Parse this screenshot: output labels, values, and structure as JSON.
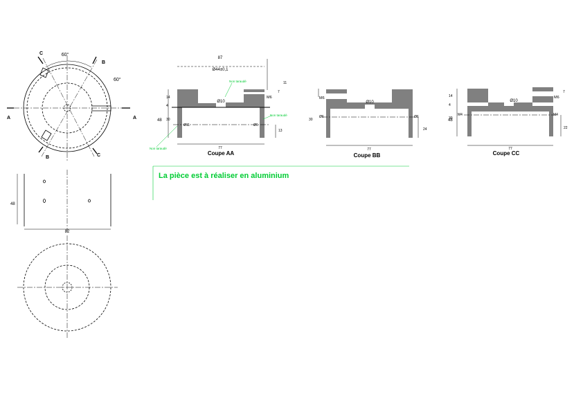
{
  "top_view": {
    "angle_top": "60°",
    "angle_right": "60°",
    "section_a": "A",
    "section_b": "B",
    "section_c": "C"
  },
  "front_view": {
    "height": "48",
    "width": "82"
  },
  "section_aa": {
    "title": "Coupe AA",
    "top_width": "87",
    "bottom_width": "77",
    "bore_dia": "Ø44±0,1",
    "center_hole": "Ø10",
    "thread": "M6",
    "height": "48",
    "dim_14": "14",
    "dim_4": "4",
    "dim_30": "30",
    "dim_11": "11",
    "dim_7": "7",
    "dim_13": "13",
    "hole_left": "Ø11",
    "hole_right": "Ø6",
    "non_coupe": "Non taraudé"
  },
  "section_bb": {
    "title": "Coupe BB",
    "width": "77",
    "center_hole": "Ø10",
    "thread": "M6",
    "dim_30": "30",
    "dim_24": "24",
    "hole_left": "Ø6",
    "hole_right": "Ø6"
  },
  "section_cc": {
    "title": "Coupe CC",
    "width": "77",
    "center_hole": "Ø10",
    "thread": "M6",
    "height": "48",
    "dim_14": "14",
    "dim_4": "4",
    "dim_30": "30",
    "dim_22": "22",
    "dim_7": "7",
    "thread_left": "M4",
    "thread_right": "M4"
  },
  "note": "La pièce est à réaliser en aluminium",
  "colors": {
    "line": "#000000",
    "fill": "#808080",
    "annotation": "#00cc33"
  }
}
